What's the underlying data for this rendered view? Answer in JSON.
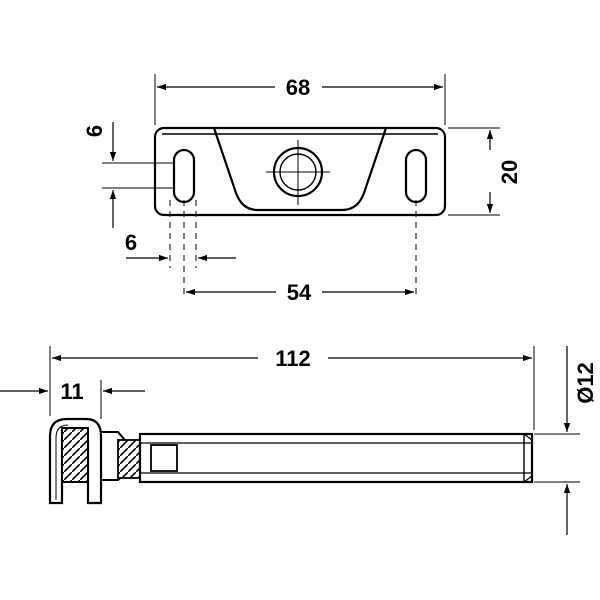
{
  "dimensions": {
    "plate_width": "68",
    "plate_height": "20",
    "hole_spacing": "54",
    "slot_top": "6",
    "slot_width": "6",
    "bolt_length": "112",
    "head_width": "11",
    "shaft_diameter": "Ø12"
  }
}
